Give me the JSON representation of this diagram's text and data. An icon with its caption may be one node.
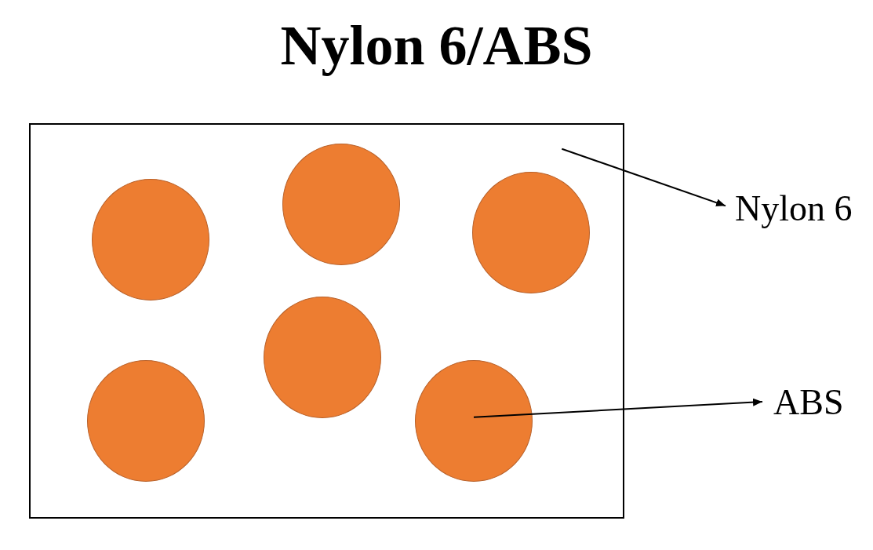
{
  "diagram": {
    "title": "Nylon 6/ABS",
    "nodes": [
      {
        "text": [],
        "shape": "box"
      },
      {
        "text": [],
        "shape": "circle",
        "in": 0
      },
      {
        "text": [],
        "shape": "circle",
        "in": 0
      },
      {
        "text": [],
        "shape": "circle",
        "in": 0
      },
      {
        "text": [],
        "shape": "circle",
        "in": 0
      },
      {
        "text": [],
        "shape": "circle",
        "in": 0
      },
      {
        "text": [],
        "shape": "circle",
        "in": 0
      },
      {
        "text": [
          "Nylon 6"
        ]
      },
      {
        "text": [
          "ABS"
        ]
      }
    ],
    "edges": [
      {
        "from": 0,
        "to": 7,
        "arrow": "to"
      },
      {
        "from": 6,
        "to": 8,
        "arrow": "to"
      }
    ]
  }
}
